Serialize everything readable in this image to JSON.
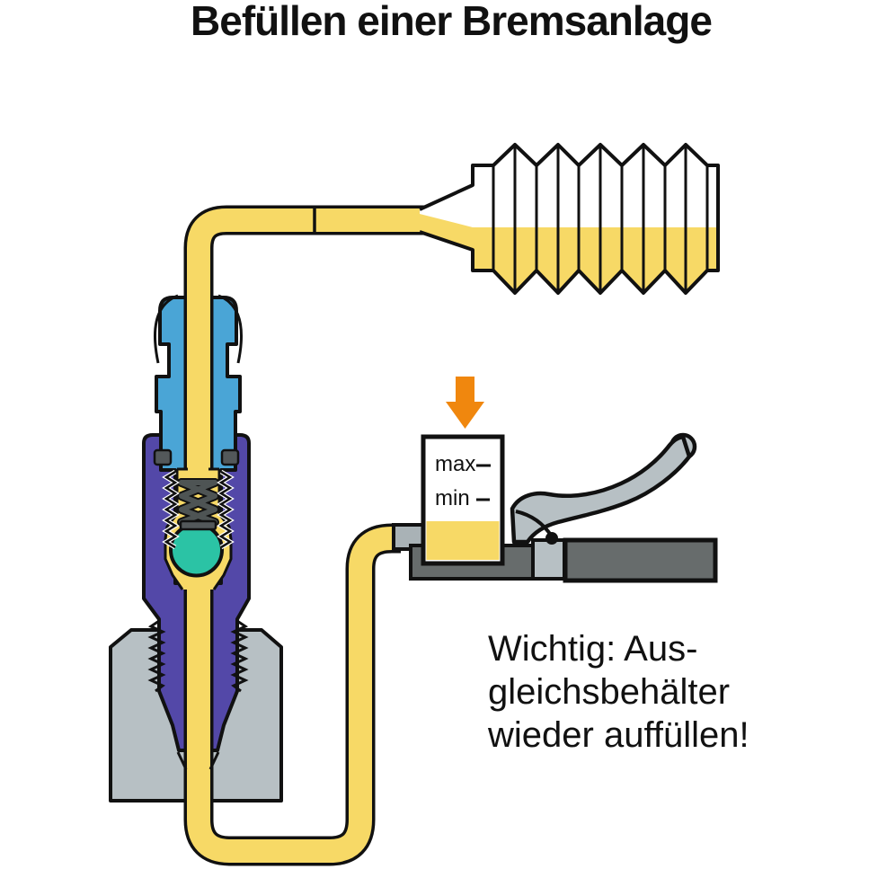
{
  "title": "Befüllen einer Bremsanlage",
  "reservoir": {
    "max_label": "max",
    "min_label": "min"
  },
  "note": {
    "line1": "Wichtig: Aus-",
    "line2": "gleichsbehälter",
    "line3": "wieder auffüllen!"
  },
  "colors": {
    "fluid_yellow": "#F7D966",
    "fitting_blue": "#4AA5D6",
    "housing_purple": "#5348A8",
    "ball_teal": "#2BC3A5",
    "metal_light_gray": "#B7C0C4",
    "metal_mid_gray": "#A9B2B6",
    "metal_dark_gray": "#676C6C",
    "spring_gray": "#4E5454",
    "seal_gray": "#53585A",
    "arrow_orange": "#F0870E",
    "outline_black": "#111111"
  }
}
